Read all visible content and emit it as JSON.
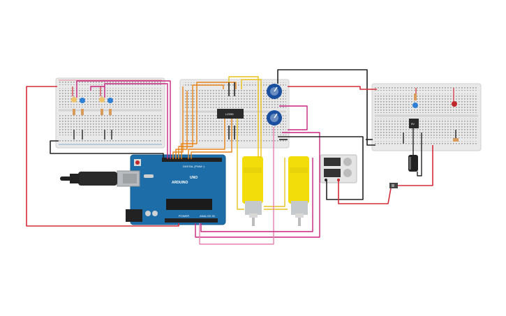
{
  "arduino": {
    "brand": "ARDUINO",
    "model": "UNO",
    "digital_header": "DIGITAL (PWM~)",
    "power_header": "POWER",
    "analog_header": "ANALOG IN"
  },
  "driver_chip": {
    "label": "L293D"
  },
  "regulator": {
    "label": "5V"
  },
  "colors": {
    "wire_red": "#d42b3a",
    "wire_magenta": "#c8257f",
    "wire_orange": "#e8841a",
    "wire_yellow": "#e9c21c",
    "wire_black": "#222222",
    "wire_pink": "#e680b0",
    "arduino_blue": "#1d6ea8",
    "motor_yellow": "#f2dc0a",
    "breadboard": "#e9e9e9",
    "pot_blue": "#1a4fa0",
    "led_blue": "#2f7fd6",
    "led_red": "#c0282c"
  }
}
